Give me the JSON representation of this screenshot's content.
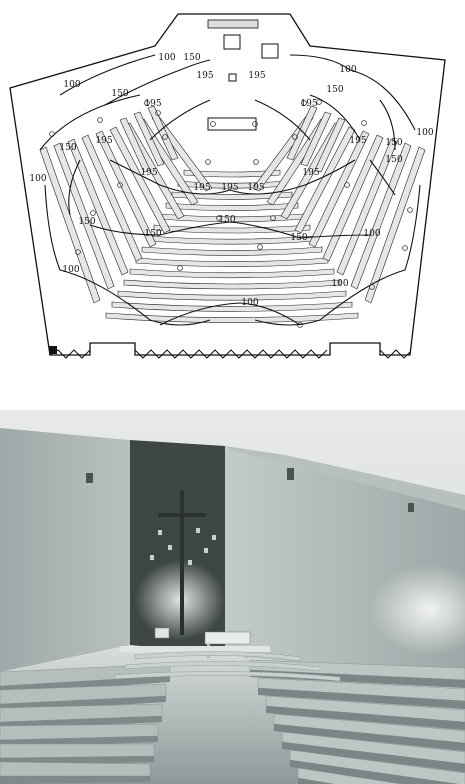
{
  "plan": {
    "labels": [
      {
        "id": "l1",
        "text": "100"
      },
      {
        "id": "l2",
        "text": "150"
      },
      {
        "id": "l3",
        "text": "100"
      },
      {
        "id": "l4",
        "text": "195"
      },
      {
        "id": "l5",
        "text": "195"
      },
      {
        "id": "l6",
        "text": "150"
      },
      {
        "id": "l7",
        "text": "100"
      },
      {
        "id": "l8",
        "text": "150"
      },
      {
        "id": "l9",
        "text": "195"
      },
      {
        "id": "l10",
        "text": "195"
      },
      {
        "id": "l11",
        "text": "195"
      },
      {
        "id": "l12",
        "text": "100"
      },
      {
        "id": "l13",
        "text": "150"
      },
      {
        "id": "l14",
        "text": "195"
      },
      {
        "id": "l15",
        "text": "195"
      },
      {
        "id": "l16",
        "text": "150"
      },
      {
        "id": "l17",
        "text": "100"
      },
      {
        "id": "l18",
        "text": "195"
      },
      {
        "id": "l19",
        "text": "195"
      },
      {
        "id": "l20",
        "text": "195"
      },
      {
        "id": "l21",
        "text": "195"
      },
      {
        "id": "l22",
        "text": "150"
      },
      {
        "id": "l23",
        "text": "150"
      },
      {
        "id": "l24",
        "text": "150"
      },
      {
        "id": "l25",
        "text": "150"
      },
      {
        "id": "l26",
        "text": "150"
      },
      {
        "id": "l27",
        "text": "100"
      },
      {
        "id": "l28",
        "text": "100"
      },
      {
        "id": "l29",
        "text": "100"
      },
      {
        "id": "l30",
        "text": "100"
      }
    ]
  },
  "render": {
    "description_visible": false
  }
}
